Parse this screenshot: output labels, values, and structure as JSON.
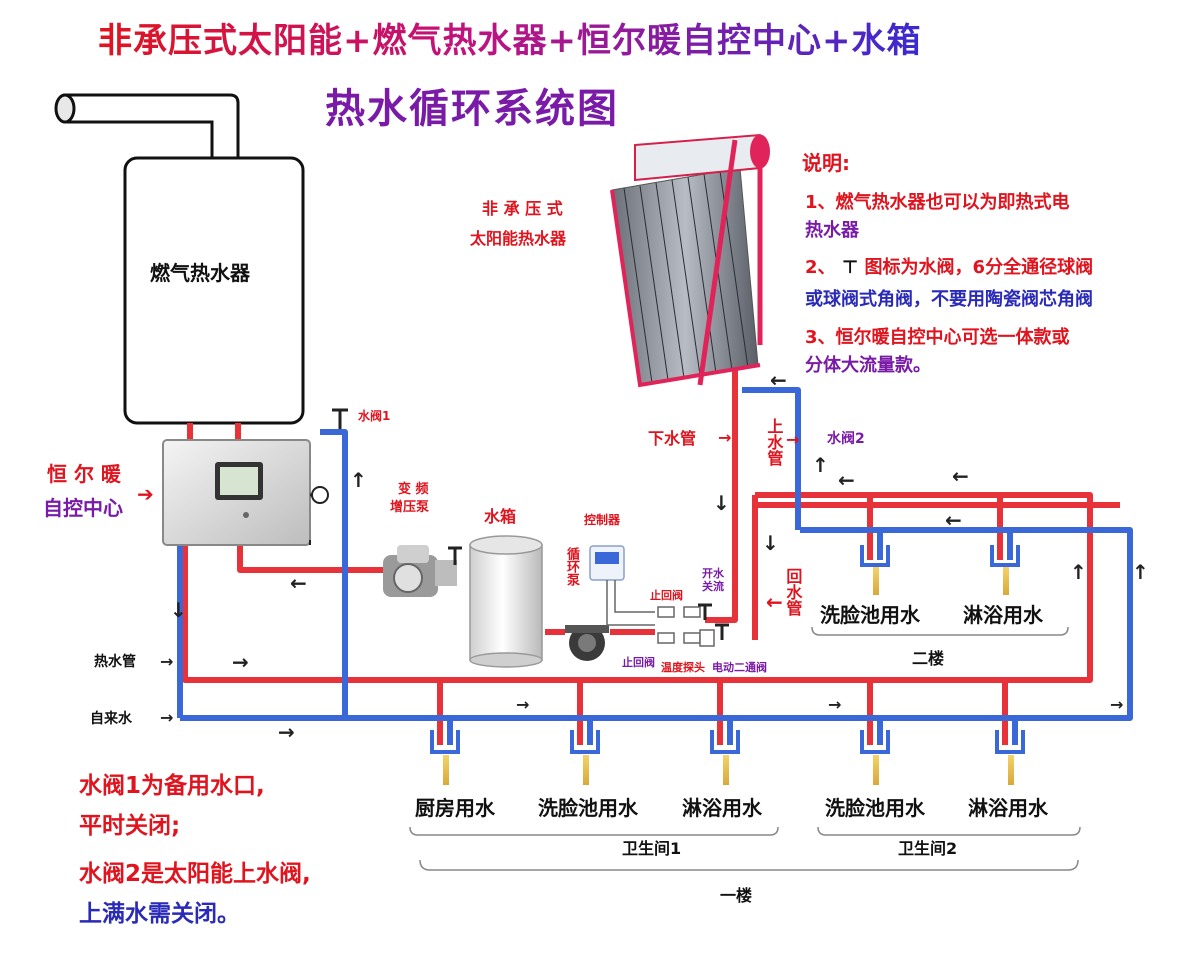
{
  "title": {
    "line1": "非承压式太阳能+燃气热水器+恒尔暖自控中心+水箱",
    "line2": "热水循环系统图"
  },
  "notes": {
    "heading": "说明:",
    "item1_a": "1、燃气热水器也可以为即热式电",
    "item1_b": "热水器",
    "item2_a": "2、",
    "item2_icon": "⊤",
    "item2_b": "图标为水阀，6分全通径球阀",
    "item2_c": "或球阀式角阀，不要用陶瓷阀芯角阀",
    "item3_a": "3、恒尔暖自控中心可选一体款或",
    "item3_b": "分体大流量款。"
  },
  "labels": {
    "gas_heater": "燃气热水器",
    "solar_heater_a": "非 承 压 式",
    "solar_heater_b": "太阳能热水器",
    "control_center_a": "恒 尔 暖",
    "control_center_b": "自控中心",
    "valve1": "水阀1",
    "valve2": "水阀2",
    "booster_pump_a": "变 频",
    "booster_pump_b": "增压泵",
    "water_tank": "水箱",
    "controller": "控制器",
    "circ_pump": "循环泵",
    "down_pipe": "下水管",
    "up_pipe": "上水管",
    "return_pipe": "回水管",
    "check_valve_top": "止回阀",
    "check_valve_bottom": "止回阀",
    "flow_switch": "开水关流",
    "temp_probe": "温度探头",
    "motor_valve": "电动二通阀",
    "hot_pipe": "热水管",
    "tap_water": "自来水",
    "f2_washbasin": "洗脸池用水",
    "f2_shower": "淋浴用水",
    "floor2": "二楼",
    "f1_kitchen": "厨房用水",
    "f1_washbasin1": "洗脸池用水",
    "f1_shower1": "淋浴用水",
    "f1_washbasin2": "洗脸池用水",
    "f1_shower2": "淋浴用水",
    "bathroom1": "卫生间1",
    "bathroom2": "卫生间2",
    "floor1": "一楼"
  },
  "bottom_notes": {
    "line1": "水阀1为备用水口,",
    "line2": "平时关闭;",
    "line3": "水阀2是太阳能上水阀,",
    "line4": "上满水需关闭。"
  },
  "colors": {
    "hot_pipe": "#e8323a",
    "cold_pipe": "#3a68d8",
    "title_red": "#e0141e",
    "title_blue": "#2a2ab8",
    "note_purple": "#7a1ba8"
  }
}
